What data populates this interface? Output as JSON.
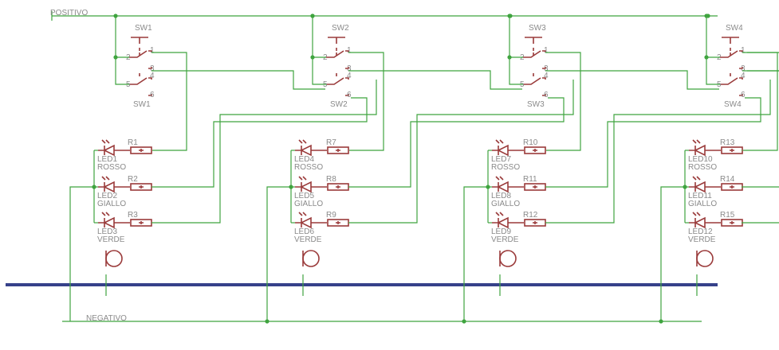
{
  "rails": {
    "positive_label": "POSITIVO",
    "negative_label": "NEGATIVO"
  },
  "stages": [
    {
      "switch": "SW1",
      "leds": [
        {
          "ref": "LED1",
          "color": "ROSSO",
          "resistor": "R1"
        },
        {
          "ref": "LED2",
          "color": "GIALLO",
          "resistor": "R2"
        },
        {
          "ref": "LED3",
          "color": "VERDE",
          "resistor": "R3"
        }
      ]
    },
    {
      "switch": "SW2",
      "leds": [
        {
          "ref": "LED4",
          "color": "ROSSO",
          "resistor": "R7"
        },
        {
          "ref": "LED5",
          "color": "GIALLO",
          "resistor": "R8"
        },
        {
          "ref": "LED6",
          "color": "VERDE",
          "resistor": "R9"
        }
      ]
    },
    {
      "switch": "SW3",
      "leds": [
        {
          "ref": "LED7",
          "color": "ROSSO",
          "resistor": "R10"
        },
        {
          "ref": "LED8",
          "color": "GIALLO",
          "resistor": "R11"
        },
        {
          "ref": "LED9",
          "color": "VERDE",
          "resistor": "R12"
        }
      ]
    },
    {
      "switch": "SW4",
      "leds": [
        {
          "ref": "LED10",
          "color": "ROSSO",
          "resistor": "R13"
        },
        {
          "ref": "LED11",
          "color": "GIALLO",
          "resistor": "R14"
        },
        {
          "ref": "LED12",
          "color": "VERDE",
          "resistor": "R15"
        }
      ]
    }
  ],
  "pins": [
    "1",
    "2",
    "3",
    "4",
    "5",
    "6"
  ],
  "colors": {
    "wire": "#3fa43f",
    "part": "#9a3a3a",
    "label": "#8a8a8a",
    "bus": "#36418a"
  }
}
